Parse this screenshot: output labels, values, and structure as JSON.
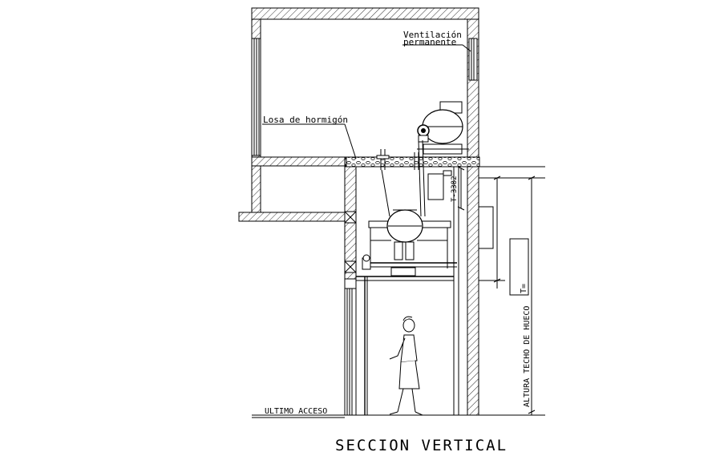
{
  "drawing": {
    "title": "SECCION VERTICAL",
    "labels": {
      "ventilation_line1": "Ventilación",
      "ventilation_line2": "permanente",
      "slab": "Losa de hormigón",
      "last_access": "ULTIMO ACCESO",
      "headroom_dim": "T-3382",
      "shaft_height": "ALTURA TECHO DE HUECO",
      "t_equals": "T="
    }
  },
  "colors": {
    "lines": "#000000",
    "background": "#ffffff"
  }
}
